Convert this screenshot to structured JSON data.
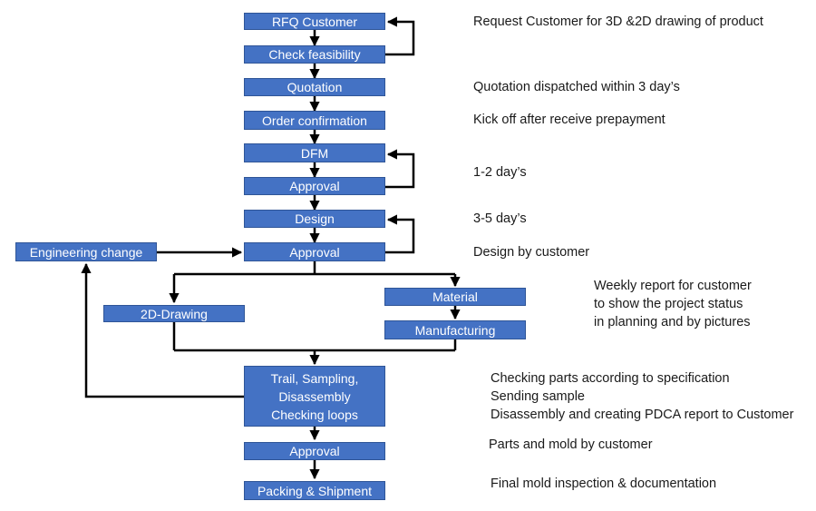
{
  "nodes": {
    "rfq": "RFQ Customer",
    "feasibility": "Check feasibility",
    "quotation": "Quotation",
    "order": "Order confirmation",
    "dfm": "DFM",
    "approval_dfm": "Approval",
    "design": "Design",
    "approval_design": "Approval",
    "engineering_change": "Engineering change",
    "material": "Material",
    "drawing": "2D-Drawing",
    "manufacturing": "Manufacturing",
    "trail_lines": [
      "Trail, Sampling,",
      "Disassembly",
      "Checking loops"
    ],
    "approval_final": "Approval",
    "packing": "Packing & Shipment"
  },
  "notes": {
    "rfq": "Request Customer for 3D &2D drawing of product",
    "quotation": "Quotation dispatched within 3 day’s",
    "order": "Kick off after receive prepayment",
    "dfm": "1-2 day’s",
    "design": "3-5 day’s",
    "approval_design": "Design by customer",
    "weekly": [
      "Weekly report for customer",
      "to show the project status",
      "in planning and by pictures"
    ],
    "trail": [
      "Checking parts according to specification",
      "Sending sample",
      "Disassembly and creating PDCA report to Customer"
    ],
    "approval_final": "Parts and mold by customer",
    "packing": "Final mold inspection & documentation"
  },
  "colors": {
    "box_fill": "#4472c4",
    "box_border": "#2f5597",
    "box_text": "#ffffff",
    "line": "#000000"
  }
}
